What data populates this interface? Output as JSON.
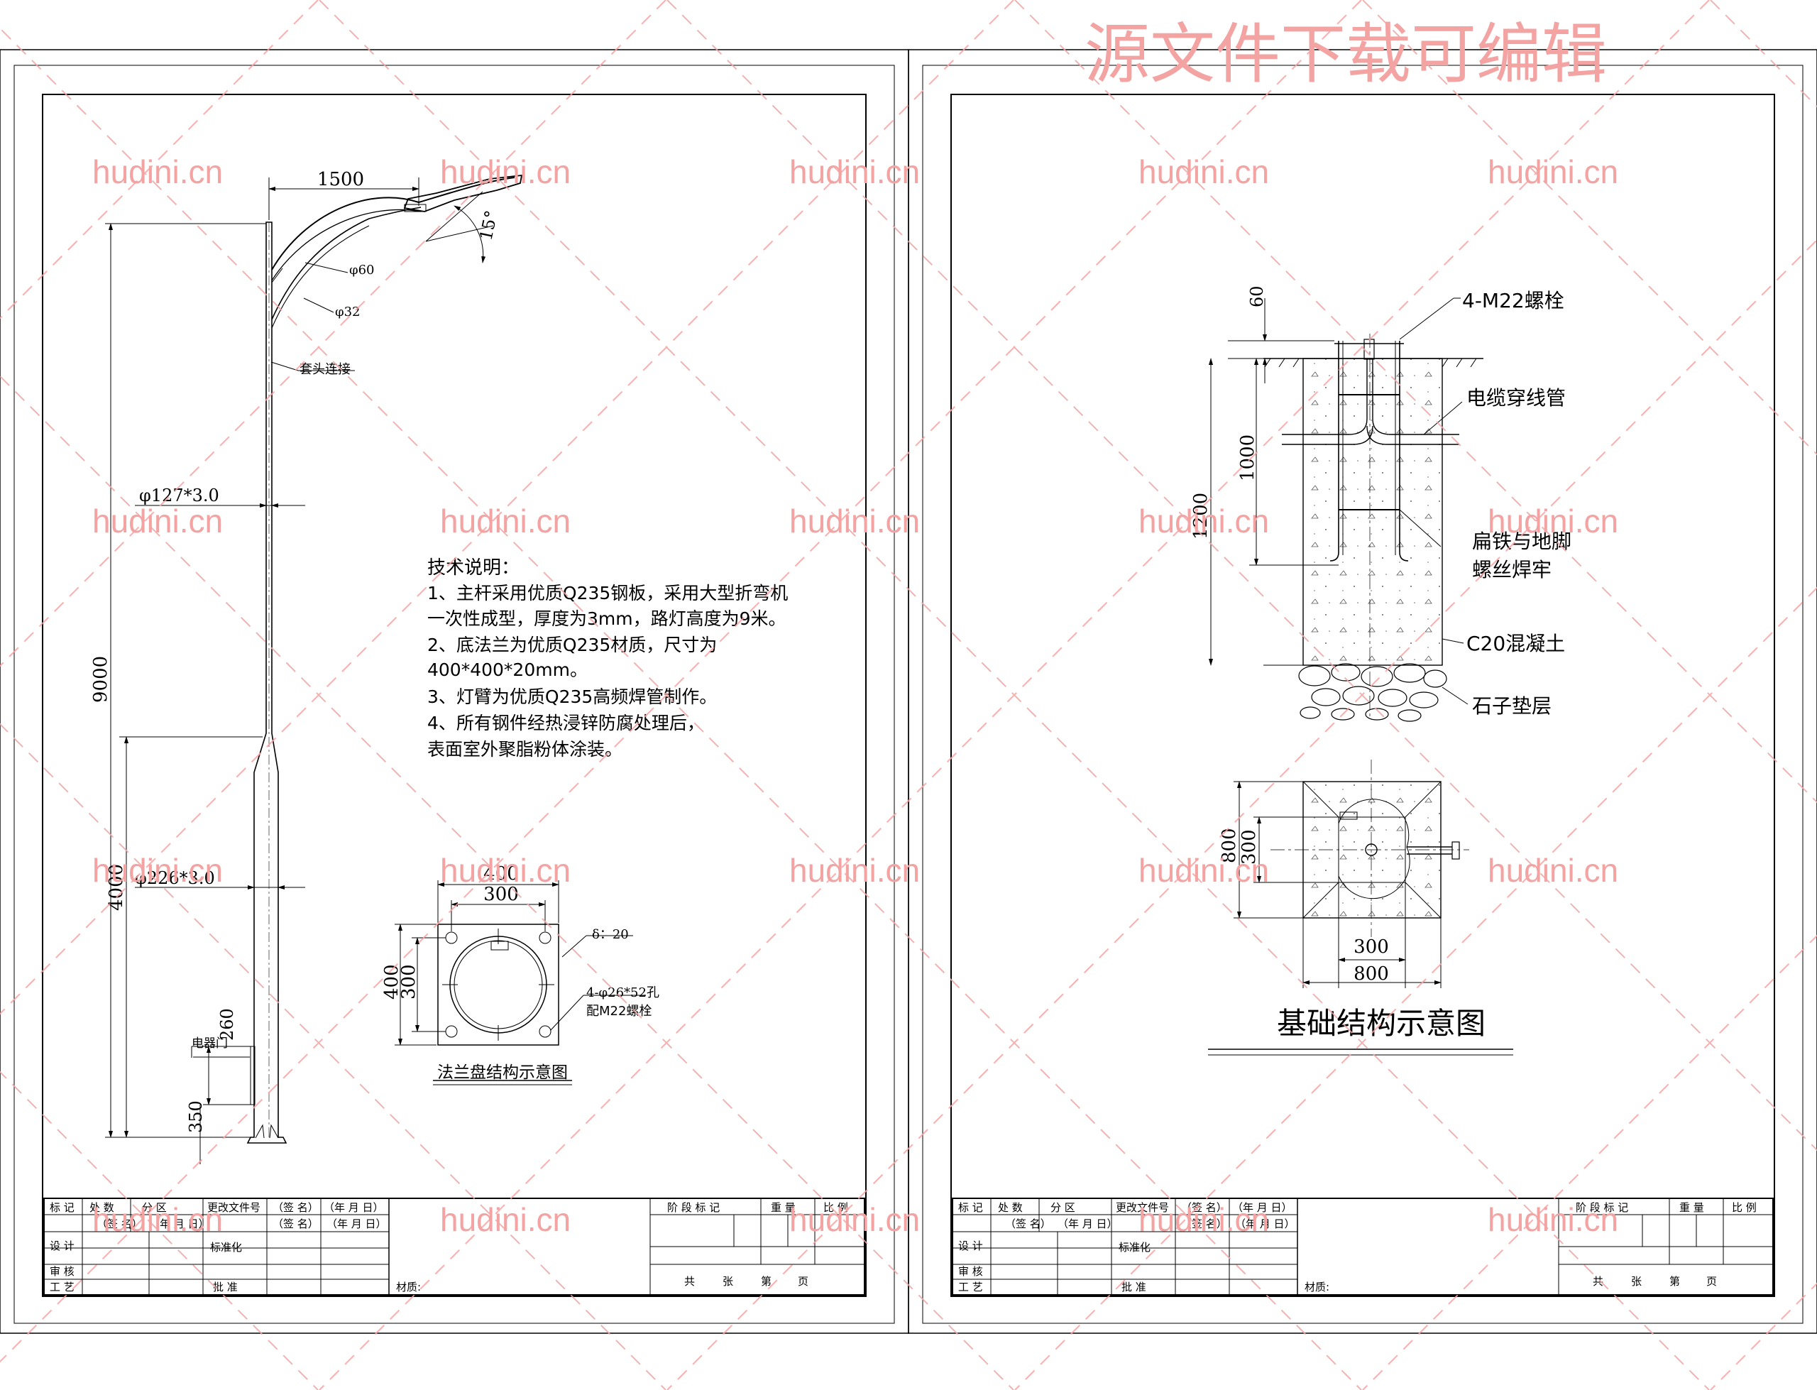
{
  "watermark": {
    "banner": "源文件下载可编辑",
    "site": "hudini.cn",
    "color": "#f4a3a3"
  },
  "left_sheet": {
    "arm": {
      "dim_length": "1500",
      "angle": "15°",
      "pipe_large": "φ60",
      "pipe_small": "φ32",
      "joint": "套头连接"
    },
    "pole": {
      "upper_dia": "φ127*3.0",
      "lower_dia": "φ226*3.0",
      "total_height": "9000",
      "lower_height": "4000",
      "door_label": "电器门",
      "door_size": "260",
      "door_offset": "350"
    },
    "tech_notes": {
      "title": "技术说明：",
      "lines": [
        "1、主杆采用优质Q235钢板，采用大型折弯机",
        "一次性成型，厚度为3mm，路灯高度为9米。",
        "2、底法兰为优质Q235材质，尺寸为",
        "400*400*20mm。",
        "3、灯臂为优质Q235高频焊管制作。",
        "4、所有钢件经热浸锌防腐处理后，",
        "表面室外聚脂粉体涂装。"
      ]
    },
    "flange": {
      "outer": "400",
      "inner": "300",
      "thickness": "δ：20",
      "holes": "4-φ26*52孔",
      "bolts": "配M22螺栓",
      "caption": "法兰盘结构示意图"
    }
  },
  "right_sheet": {
    "foundation": {
      "dim_top": "60",
      "dim_mid": "1000",
      "dim_total": "1200",
      "bolts": "4-M22螺栓",
      "cable_pipe": "电缆穿线管",
      "weld_1": "扁铁与地脚",
      "weld_2": "螺丝焊牢",
      "concrete": "C20混凝土",
      "gravel": "石子垫层"
    },
    "plan": {
      "outer_v": "800",
      "inner_v": "300",
      "inner_h": "300",
      "outer_h": "800"
    },
    "caption": "基础结构示意图"
  },
  "title_block": {
    "row1": [
      "标 记",
      "处 数",
      "分 区",
      "更改文件号",
      "（签 名）",
      "（年 月 日）"
    ],
    "row2": [
      "设 计",
      "（签 名）",
      "（年 月 日）",
      "标准化",
      "（签 名）",
      "（年 月 日）"
    ],
    "row3": [
      "审 核"
    ],
    "row4": [
      "工 艺",
      "批 准"
    ],
    "stage": "阶 段 标 记",
    "weight": "重 量",
    "scale": "比 例",
    "material": "材质:",
    "pages": [
      "共",
      "张",
      "第",
      "页"
    ]
  }
}
